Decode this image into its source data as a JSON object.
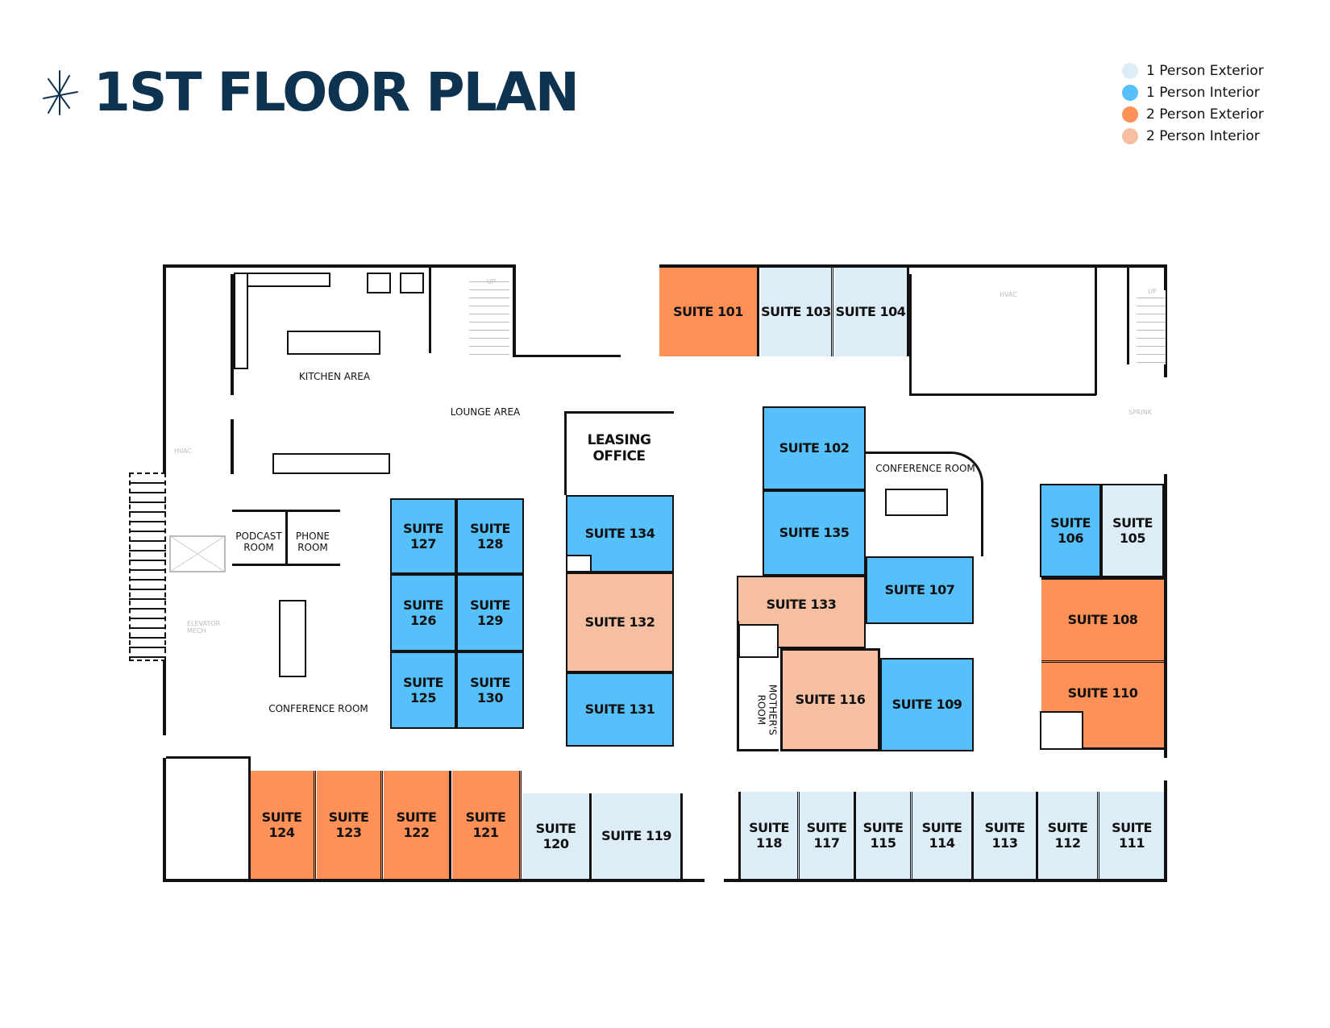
{
  "header": {
    "title": "1ST FLOOR PLAN",
    "logo_icon": "starburst-icon"
  },
  "colors": {
    "one_person_exterior": "#dcedf8",
    "one_person_interior": "#56c0fa",
    "two_person_exterior": "#fd9158",
    "two_person_interior": "#f6bfa2",
    "title": "#0d3350"
  },
  "legend": {
    "items": [
      {
        "label": "1 Person Exterior",
        "color": "#dcedf8"
      },
      {
        "label": "1 Person Interior",
        "color": "#56c0fa"
      },
      {
        "label": "2 Person Exterior",
        "color": "#fd9158"
      },
      {
        "label": "2 Person Interior",
        "color": "#f6bfa2"
      }
    ]
  },
  "areas": {
    "kitchen": "KITCHEN AREA",
    "lounge": "LOUNGE AREA",
    "leasing": "LEASING\nOFFICE",
    "podcast": "PODCAST\nROOM",
    "phone": "PHONE\nROOM",
    "conference_west": "CONFERENCE ROOM",
    "conference_east": "CONFERENCE ROOM",
    "mothers": "MOTHER'S\nROOM",
    "hvac": "HVAC",
    "elevator_mech": "ELEVATOR\nMECH",
    "sprink": "SPRINK",
    "up": "UP"
  },
  "suites": [
    {
      "id": "101",
      "label": "SUITE 101",
      "type": "two_person_exterior"
    },
    {
      "id": "103",
      "label": "SUITE 103",
      "type": "one_person_exterior"
    },
    {
      "id": "104",
      "label": "SUITE 104",
      "type": "one_person_exterior"
    },
    {
      "id": "102",
      "label": "SUITE 102",
      "type": "one_person_interior"
    },
    {
      "id": "135",
      "label": "SUITE 135",
      "type": "one_person_interior"
    },
    {
      "id": "133",
      "label": "SUITE 133",
      "type": "two_person_interior"
    },
    {
      "id": "107",
      "label": "SUITE 107",
      "type": "one_person_interior"
    },
    {
      "id": "116",
      "label": "SUITE 116",
      "type": "two_person_interior"
    },
    {
      "id": "109",
      "label": "SUITE 109",
      "type": "one_person_interior"
    },
    {
      "id": "106",
      "label": "SUITE\n106",
      "type": "one_person_interior"
    },
    {
      "id": "105",
      "label": "SUITE\n105",
      "type": "one_person_exterior"
    },
    {
      "id": "108",
      "label": "SUITE 108",
      "type": "two_person_exterior"
    },
    {
      "id": "110",
      "label": "SUITE 110",
      "type": "two_person_exterior"
    },
    {
      "id": "127",
      "label": "SUITE\n127",
      "type": "one_person_interior"
    },
    {
      "id": "128",
      "label": "SUITE\n128",
      "type": "one_person_interior"
    },
    {
      "id": "126",
      "label": "SUITE\n126",
      "type": "one_person_interior"
    },
    {
      "id": "129",
      "label": "SUITE\n129",
      "type": "one_person_interior"
    },
    {
      "id": "125",
      "label": "SUITE\n125",
      "type": "one_person_interior"
    },
    {
      "id": "130",
      "label": "SUITE\n130",
      "type": "one_person_interior"
    },
    {
      "id": "134",
      "label": "SUITE 134",
      "type": "one_person_interior"
    },
    {
      "id": "132",
      "label": "SUITE 132",
      "type": "two_person_interior"
    },
    {
      "id": "131",
      "label": "SUITE 131",
      "type": "one_person_interior"
    },
    {
      "id": "124",
      "label": "SUITE 124",
      "type": "two_person_exterior"
    },
    {
      "id": "123",
      "label": "SUITE 123",
      "type": "two_person_exterior"
    },
    {
      "id": "122",
      "label": "SUITE 122",
      "type": "two_person_exterior"
    },
    {
      "id": "121",
      "label": "SUITE 121",
      "type": "two_person_exterior"
    },
    {
      "id": "120",
      "label": "SUITE 120",
      "type": "one_person_exterior"
    },
    {
      "id": "119",
      "label": "SUITE 119",
      "type": "one_person_exterior"
    },
    {
      "id": "118",
      "label": "SUITE\n118",
      "type": "one_person_exterior"
    },
    {
      "id": "117",
      "label": "SUITE\n117",
      "type": "one_person_exterior"
    },
    {
      "id": "115",
      "label": "SUITE\n115",
      "type": "one_person_exterior"
    },
    {
      "id": "114",
      "label": "SUITE\n114",
      "type": "one_person_exterior"
    },
    {
      "id": "113",
      "label": "SUITE\n113",
      "type": "one_person_exterior"
    },
    {
      "id": "112",
      "label": "SUITE\n112",
      "type": "one_person_exterior"
    },
    {
      "id": "111",
      "label": "SUITE\n111",
      "type": "one_person_exterior"
    }
  ]
}
